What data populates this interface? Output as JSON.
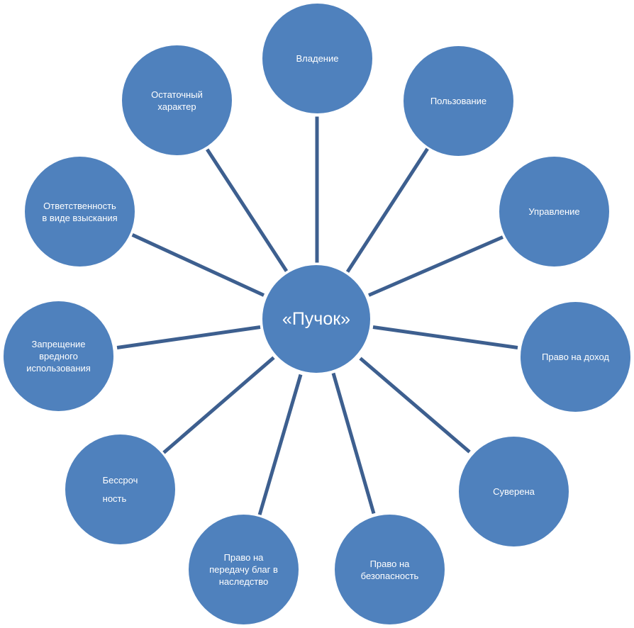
{
  "diagram": {
    "center": {
      "label": "«Пучок»"
    },
    "nodes": [
      {
        "id": "vladenie",
        "label": "Владение"
      },
      {
        "id": "polzovanie",
        "label": "Пользование"
      },
      {
        "id": "upravlenie",
        "label": "Управление"
      },
      {
        "id": "pravo-na-dohod",
        "label": "Право на доход"
      },
      {
        "id": "suverena",
        "label": "Суверена"
      },
      {
        "id": "pravo-na-bezopasnost",
        "label": "Право на\nбезопасность"
      },
      {
        "id": "pravo-na-peredachu",
        "label": "Право на\nпередачу благ в\nнаследство"
      },
      {
        "id": "bessrochnost",
        "label": "Бессроч\n  ность"
      },
      {
        "id": "zapreshchenie",
        "label": "Запрещение\nвредного\nиспользования"
      },
      {
        "id": "otvetstvennost",
        "label": "Ответственность\nв виде взыскания"
      },
      {
        "id": "ostatochny",
        "label": "Остаточный\nхарактер"
      }
    ],
    "colors": {
      "node_fill": "#4f81bd",
      "connector": "#3d5f8f",
      "text": "#ffffff"
    }
  }
}
